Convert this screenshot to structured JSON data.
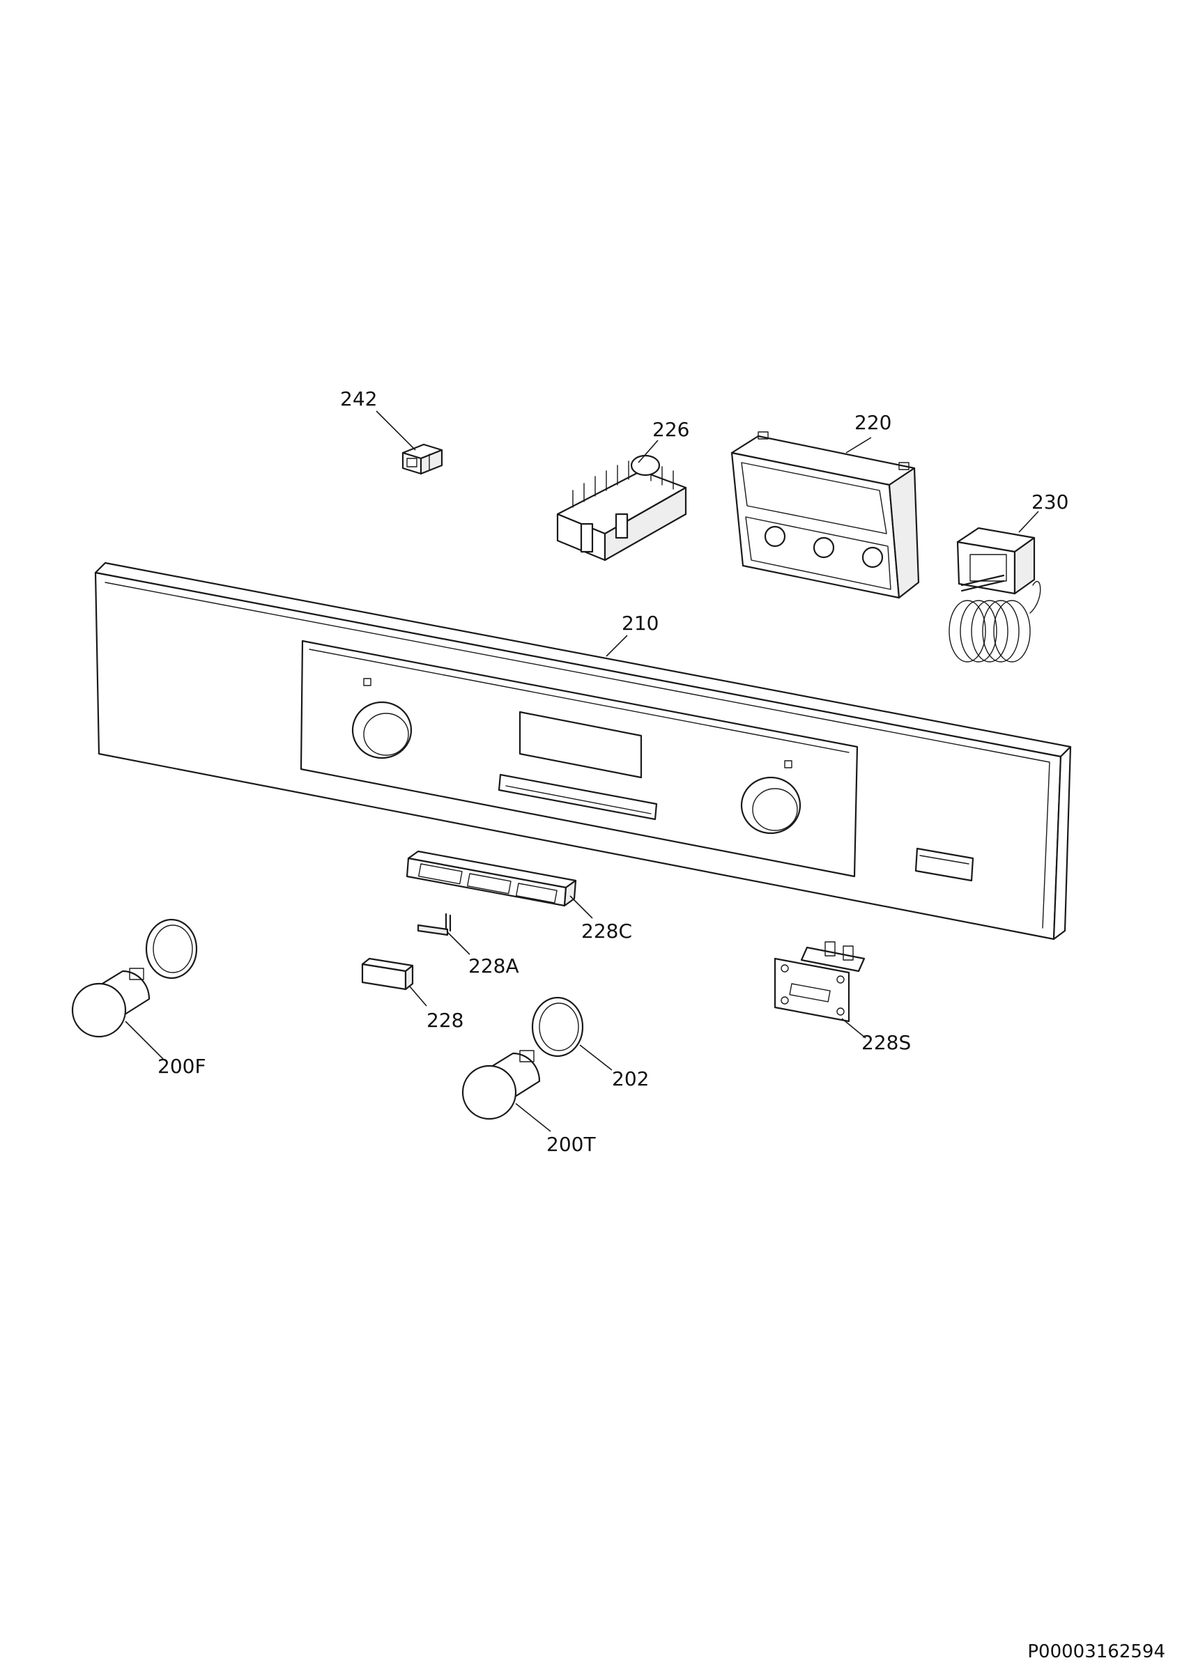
{
  "diagram": {
    "parts": [
      {
        "id": "p242",
        "label": "242",
        "icon": "connector-block-icon"
      },
      {
        "id": "p226",
        "label": "226",
        "icon": "rotary-selector-switch-icon"
      },
      {
        "id": "p220",
        "label": "220",
        "icon": "switch-housing-bracket-icon"
      },
      {
        "id": "p230",
        "label": "230",
        "icon": "thermostat-capillary-icon"
      },
      {
        "id": "p210",
        "label": "210",
        "icon": "control-panel-icon"
      },
      {
        "id": "p228c",
        "label": "228C",
        "icon": "button-frame-icon"
      },
      {
        "id": "p228a",
        "label": "228A",
        "icon": "button-spring-icon"
      },
      {
        "id": "p228",
        "label": "228",
        "icon": "push-button-icon"
      },
      {
        "id": "p228s",
        "label": "228S",
        "icon": "switch-holder-icon"
      },
      {
        "id": "p200f",
        "label": "200F",
        "icon": "function-knob-icon"
      },
      {
        "id": "p202",
        "label": "202",
        "icon": "knob-ring-icon"
      },
      {
        "id": "p200t",
        "label": "200T",
        "icon": "thermostat-knob-icon"
      }
    ]
  },
  "footer": {
    "document_code": "P00003162594"
  }
}
